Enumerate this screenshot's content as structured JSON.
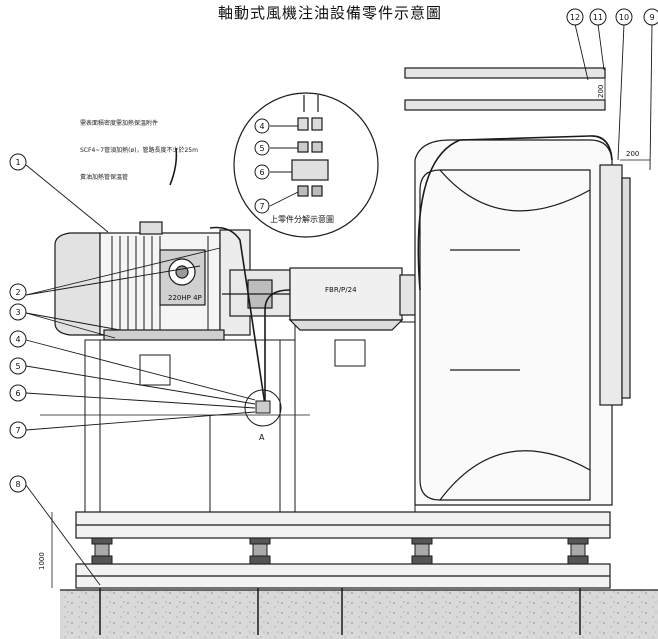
{
  "title": "軸動式風機注油設備零件示意圖",
  "note": {
    "lines": [
      "需表面積密度需加熱保溫附件",
      "SCF4~7管須加熱(ø)，管路長度不少於25m",
      "黃油加熱管保溫管"
    ]
  },
  "callouts": {
    "c1": "1",
    "c2": "2",
    "c3": "3",
    "c4": "4",
    "c5": "5",
    "c6": "6",
    "c7": "7",
    "c8": "8",
    "c9": "9",
    "c10": "10",
    "c11": "11",
    "c12": "12",
    "detail_4": "4",
    "detail_5": "5",
    "detail_6": "6",
    "detail_7": "7"
  },
  "detail": {
    "caption": "上零件分解示意圖",
    "marker": "A"
  },
  "dimensions": {
    "top_vertical": "200",
    "side_offset": "200",
    "base_height": "1000"
  },
  "labels": {
    "motor_plate": "220HP 4P",
    "bearing_housing": "FBR/P/24"
  },
  "colors": {
    "line": "#1a1a1a",
    "fill_light": "#ececec",
    "fill_mid": "#d6d6d6",
    "ground": "#bdbdbd"
  }
}
